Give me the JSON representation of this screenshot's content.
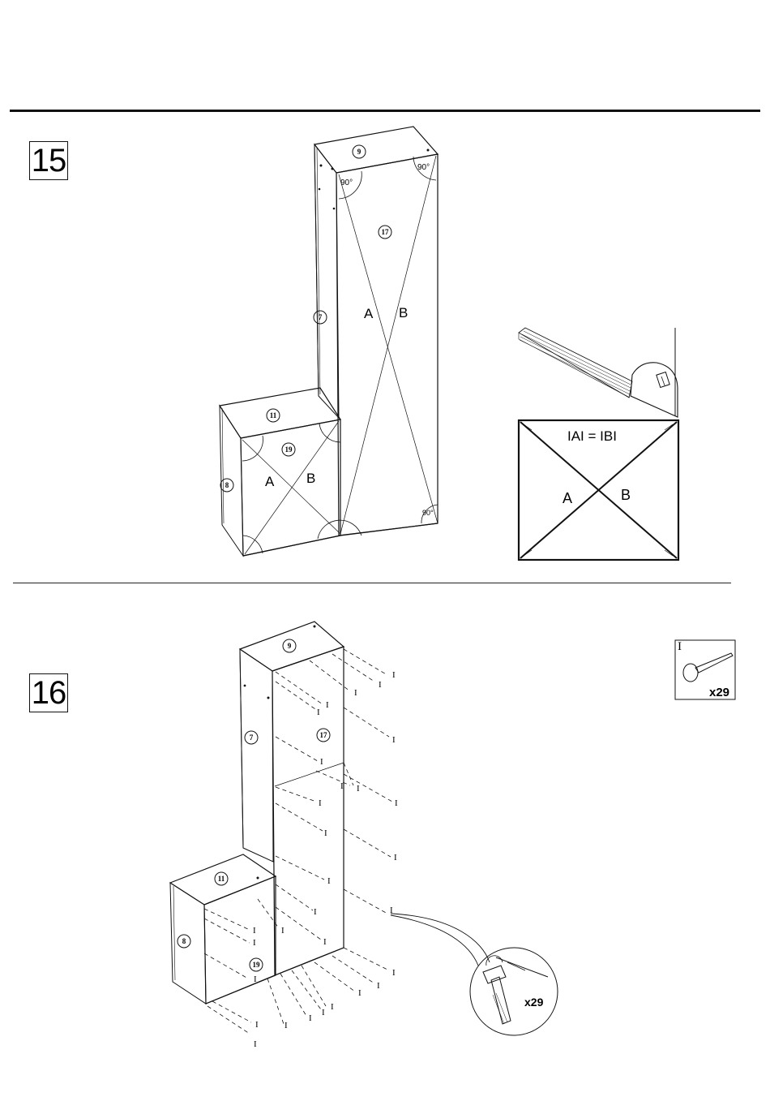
{
  "step15": {
    "number": "15",
    "parts": {
      "top_long": "9",
      "back_long": "17",
      "side_long": "7",
      "top_short": "11",
      "back_short": "19",
      "side_short": "8"
    },
    "angle_label": "90°",
    "diag_a": "A",
    "diag_b": "B",
    "inset_formula": "IAI = IBI",
    "inset_a": "A",
    "inset_b": "B"
  },
  "step16": {
    "number": "16",
    "parts": {
      "top_long": "9",
      "back_long": "17",
      "side_long": "7",
      "top_short": "11",
      "back_short": "19",
      "side_short": "8"
    },
    "nail_symbol": "I",
    "nail_box_symbol": "I",
    "nail_count": "x29",
    "hammer_count": "x29"
  }
}
